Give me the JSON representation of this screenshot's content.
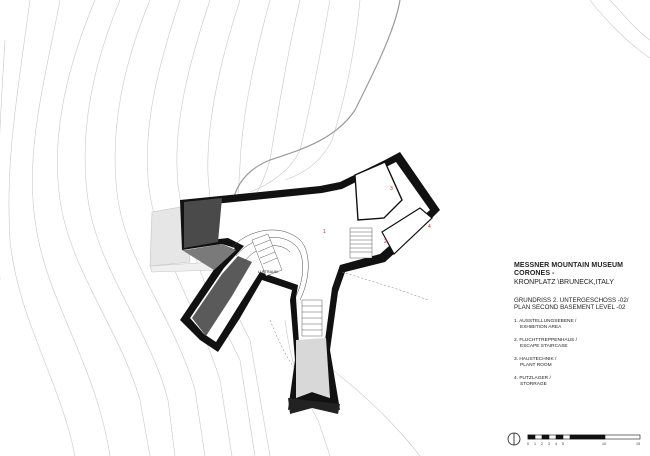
{
  "title": {
    "line1": "MESSNER MOUNTAIN MUSEUM",
    "line2": "CORONES -",
    "line3": "KRONPLATZ \\BRUNECK,ITALY"
  },
  "subtitle": {
    "de": "GRUNDRISS 2. UNTERGESCHOSS -02/",
    "en": "PLAN SECOND BASEMENT LEVEL -02"
  },
  "legend": [
    {
      "de": "1. AUSSTELLUNGSEBENE /",
      "en": "EXHIBITION AREA"
    },
    {
      "de": "2. FLUCHTTREPPENHAUS /",
      "en": "ESCAPE STAIRCASE"
    },
    {
      "de": "3. HAUSTECHNIK /",
      "en": "PLANT ROOM"
    },
    {
      "de": "4. PUTZLAGER /",
      "en": "STORRAGE"
    }
  ],
  "room_numbers": [
    "1",
    "2",
    "3",
    "4"
  ],
  "void_label": {
    "de": "LUFTRAUM",
    "en": "VOID"
  },
  "scale_ticks": [
    "0",
    "1",
    "2",
    "3",
    "4",
    "5",
    "10",
    "15"
  ],
  "colors": {
    "wall": "#111111",
    "contour": "#c8c8c8",
    "room_label": "#d02020"
  },
  "icons": [
    "north-arrow-icon"
  ]
}
